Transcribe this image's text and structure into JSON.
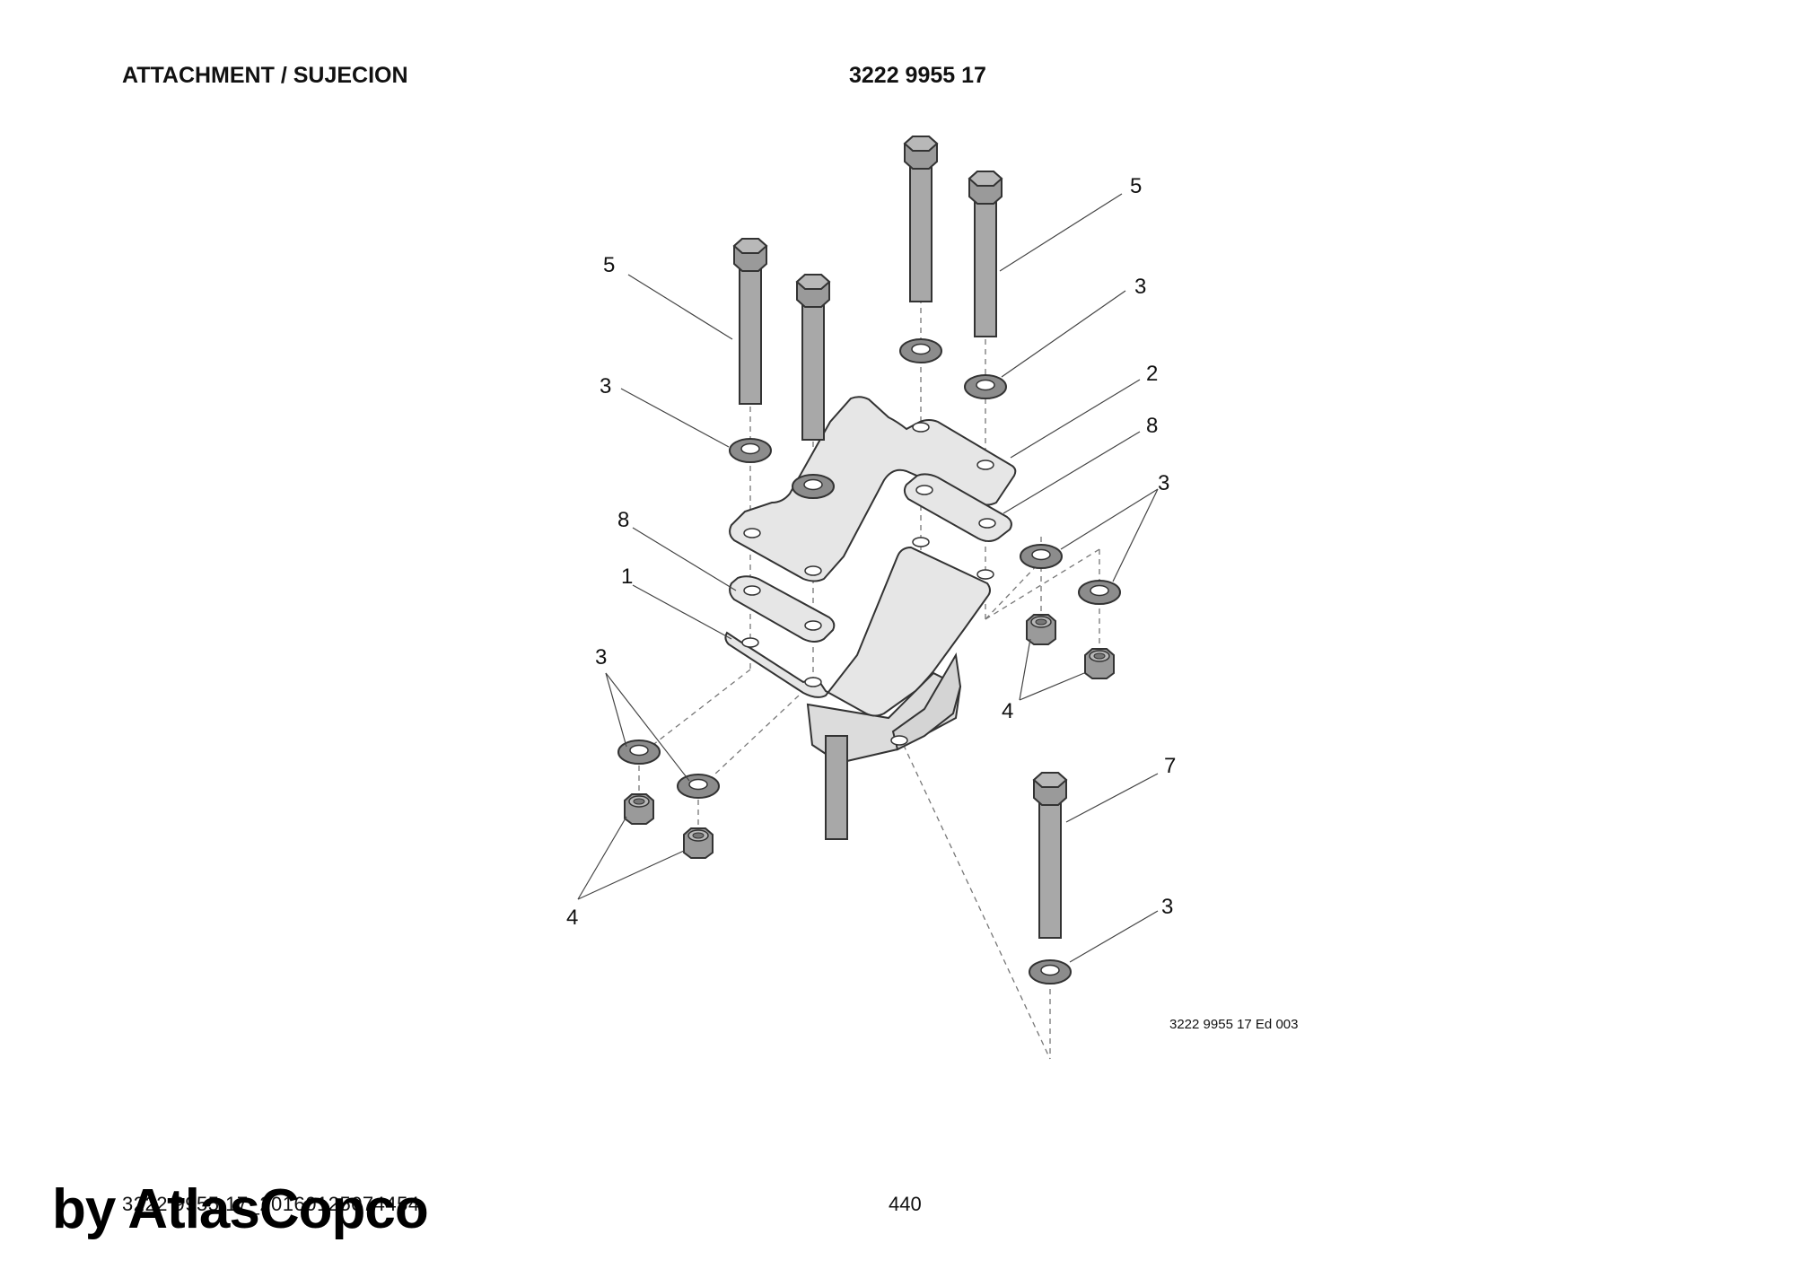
{
  "header": {
    "title": "ATTACHMENT / SUJECION",
    "part_number": "3222 9955 17"
  },
  "diagram": {
    "edition": "3222 9955 17 Ed 003",
    "callouts": [
      "5",
      "5",
      "3",
      "3",
      "2",
      "8",
      "8",
      "3",
      "1",
      "3",
      "4",
      "4",
      "7",
      "3"
    ]
  },
  "footer": {
    "document_id": "3222 9955 17_20160125074454",
    "page_number": "440"
  },
  "watermark": "by AtlasCopco",
  "colors": {
    "part_fill": "#e6e6e6",
    "metal_fill": "#a8a8a8",
    "outline": "#333333",
    "leader": "#555555"
  }
}
